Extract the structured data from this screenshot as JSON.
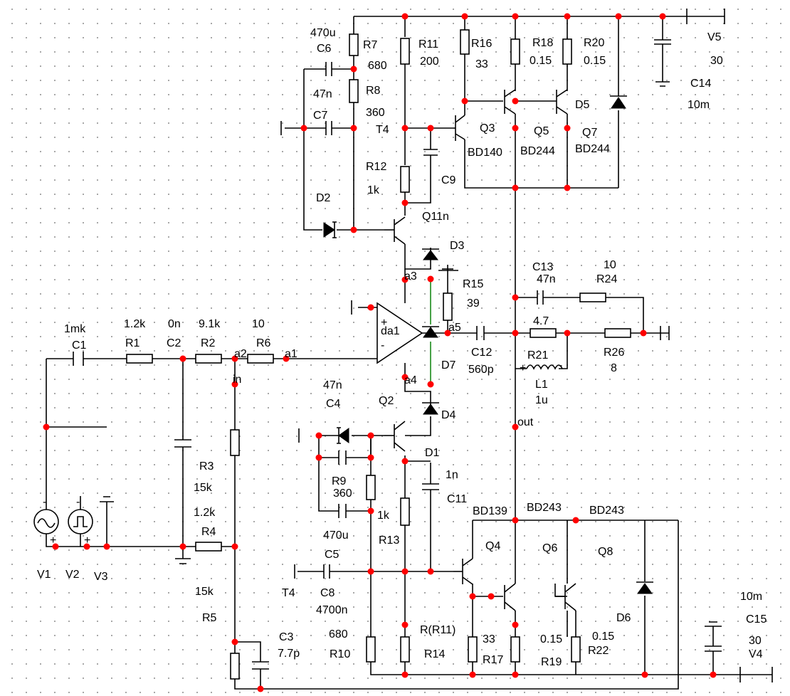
{
  "colors": {
    "wire": "#000000",
    "node": "#ff0000",
    "grid": "#9a9a9a",
    "highlight": "#1a8a1a",
    "background": "#ffffff"
  },
  "labels": {
    "c1_val": "1mk",
    "c1": "C1",
    "r1_val": "1.2k",
    "r1": "R1",
    "c2_val": "0n",
    "c2": "C2",
    "r2_val": "9.1k",
    "r2": "R2",
    "r6_val": "10",
    "r6": "R6",
    "a2": "a2",
    "a1": "a1",
    "in": "in",
    "r3": "R3",
    "r3_val": "15k",
    "r4_val": "1.2k",
    "r4": "R4",
    "r5_val": "15k",
    "r5": "R5",
    "v1": "V1",
    "v2": "V2",
    "v3": "V3",
    "c3": "C3",
    "c3_val": "7.7p",
    "c6_val": "470u",
    "c6": "C6",
    "r7": "R7",
    "r7_val": "680",
    "c7_val": "47n",
    "c7": "C7",
    "r8": "R8",
    "r8_val": "360",
    "d2": "D2",
    "r11": "R11",
    "r11_val": "200",
    "t4_top": "T4",
    "r12": "R12",
    "r12_val": "1k",
    "q1": "Q11n",
    "c9": "C9",
    "r16": "R16",
    "r16_val": "33",
    "q3": "Q3",
    "q3_type": "BD140",
    "r18": "R18",
    "r18_val": "0.15",
    "q5": "Q5",
    "q5_type": "BD244",
    "r20": "R20",
    "r20_val": "0.15",
    "d5": "D5",
    "q7": "Q7",
    "q7_type": "BD244",
    "v5": "V5",
    "v5_val": "30",
    "c14": "C14",
    "c14_val": "10m",
    "d3": "D3",
    "a3": "a3",
    "a4": "a4",
    "a5": "a5",
    "r15": "R15",
    "r15_val": "39",
    "da1": "da1",
    "d7": "D7",
    "c12": "C12",
    "c12_val": "560p",
    "c13": "C13",
    "c13_val": "47n",
    "r24_val": "10",
    "r24": "R24",
    "r21_val": "4.7",
    "r21": "R21",
    "r26": "R26",
    "r26_val": "8",
    "l1": "L1",
    "l1_val": "1u",
    "out": "out",
    "c4_val": "47n",
    "c4": "C4",
    "q2": "Q2",
    "d4": "D4",
    "d1": "D1",
    "r9": "R9",
    "r9_val": "360",
    "r9b_val": "1k",
    "c11_val": "1n",
    "c11": "C11",
    "c5_val": "470u",
    "c5": "C5",
    "r13": "R13",
    "t4_bot": "T4",
    "c8": "C8",
    "c8_val": "4700n",
    "r10_val": "680",
    "r10": "R10",
    "r14_val": "R(R11)",
    "r14": "R14",
    "q4_type": "BD139",
    "q4": "Q4",
    "q6_type": "BD243",
    "q6": "Q6",
    "q8_type": "BD243",
    "q8": "Q8",
    "d6": "D6",
    "r17_val": "33",
    "r17": "R17",
    "r19_val": "0.15",
    "r19": "R19",
    "r22_val": "0.15",
    "r22": "R22",
    "c15_val": "10m",
    "c15": "C15",
    "v4_val": "30",
    "v4": "V4",
    "plus": "+",
    "minus": "-"
  }
}
